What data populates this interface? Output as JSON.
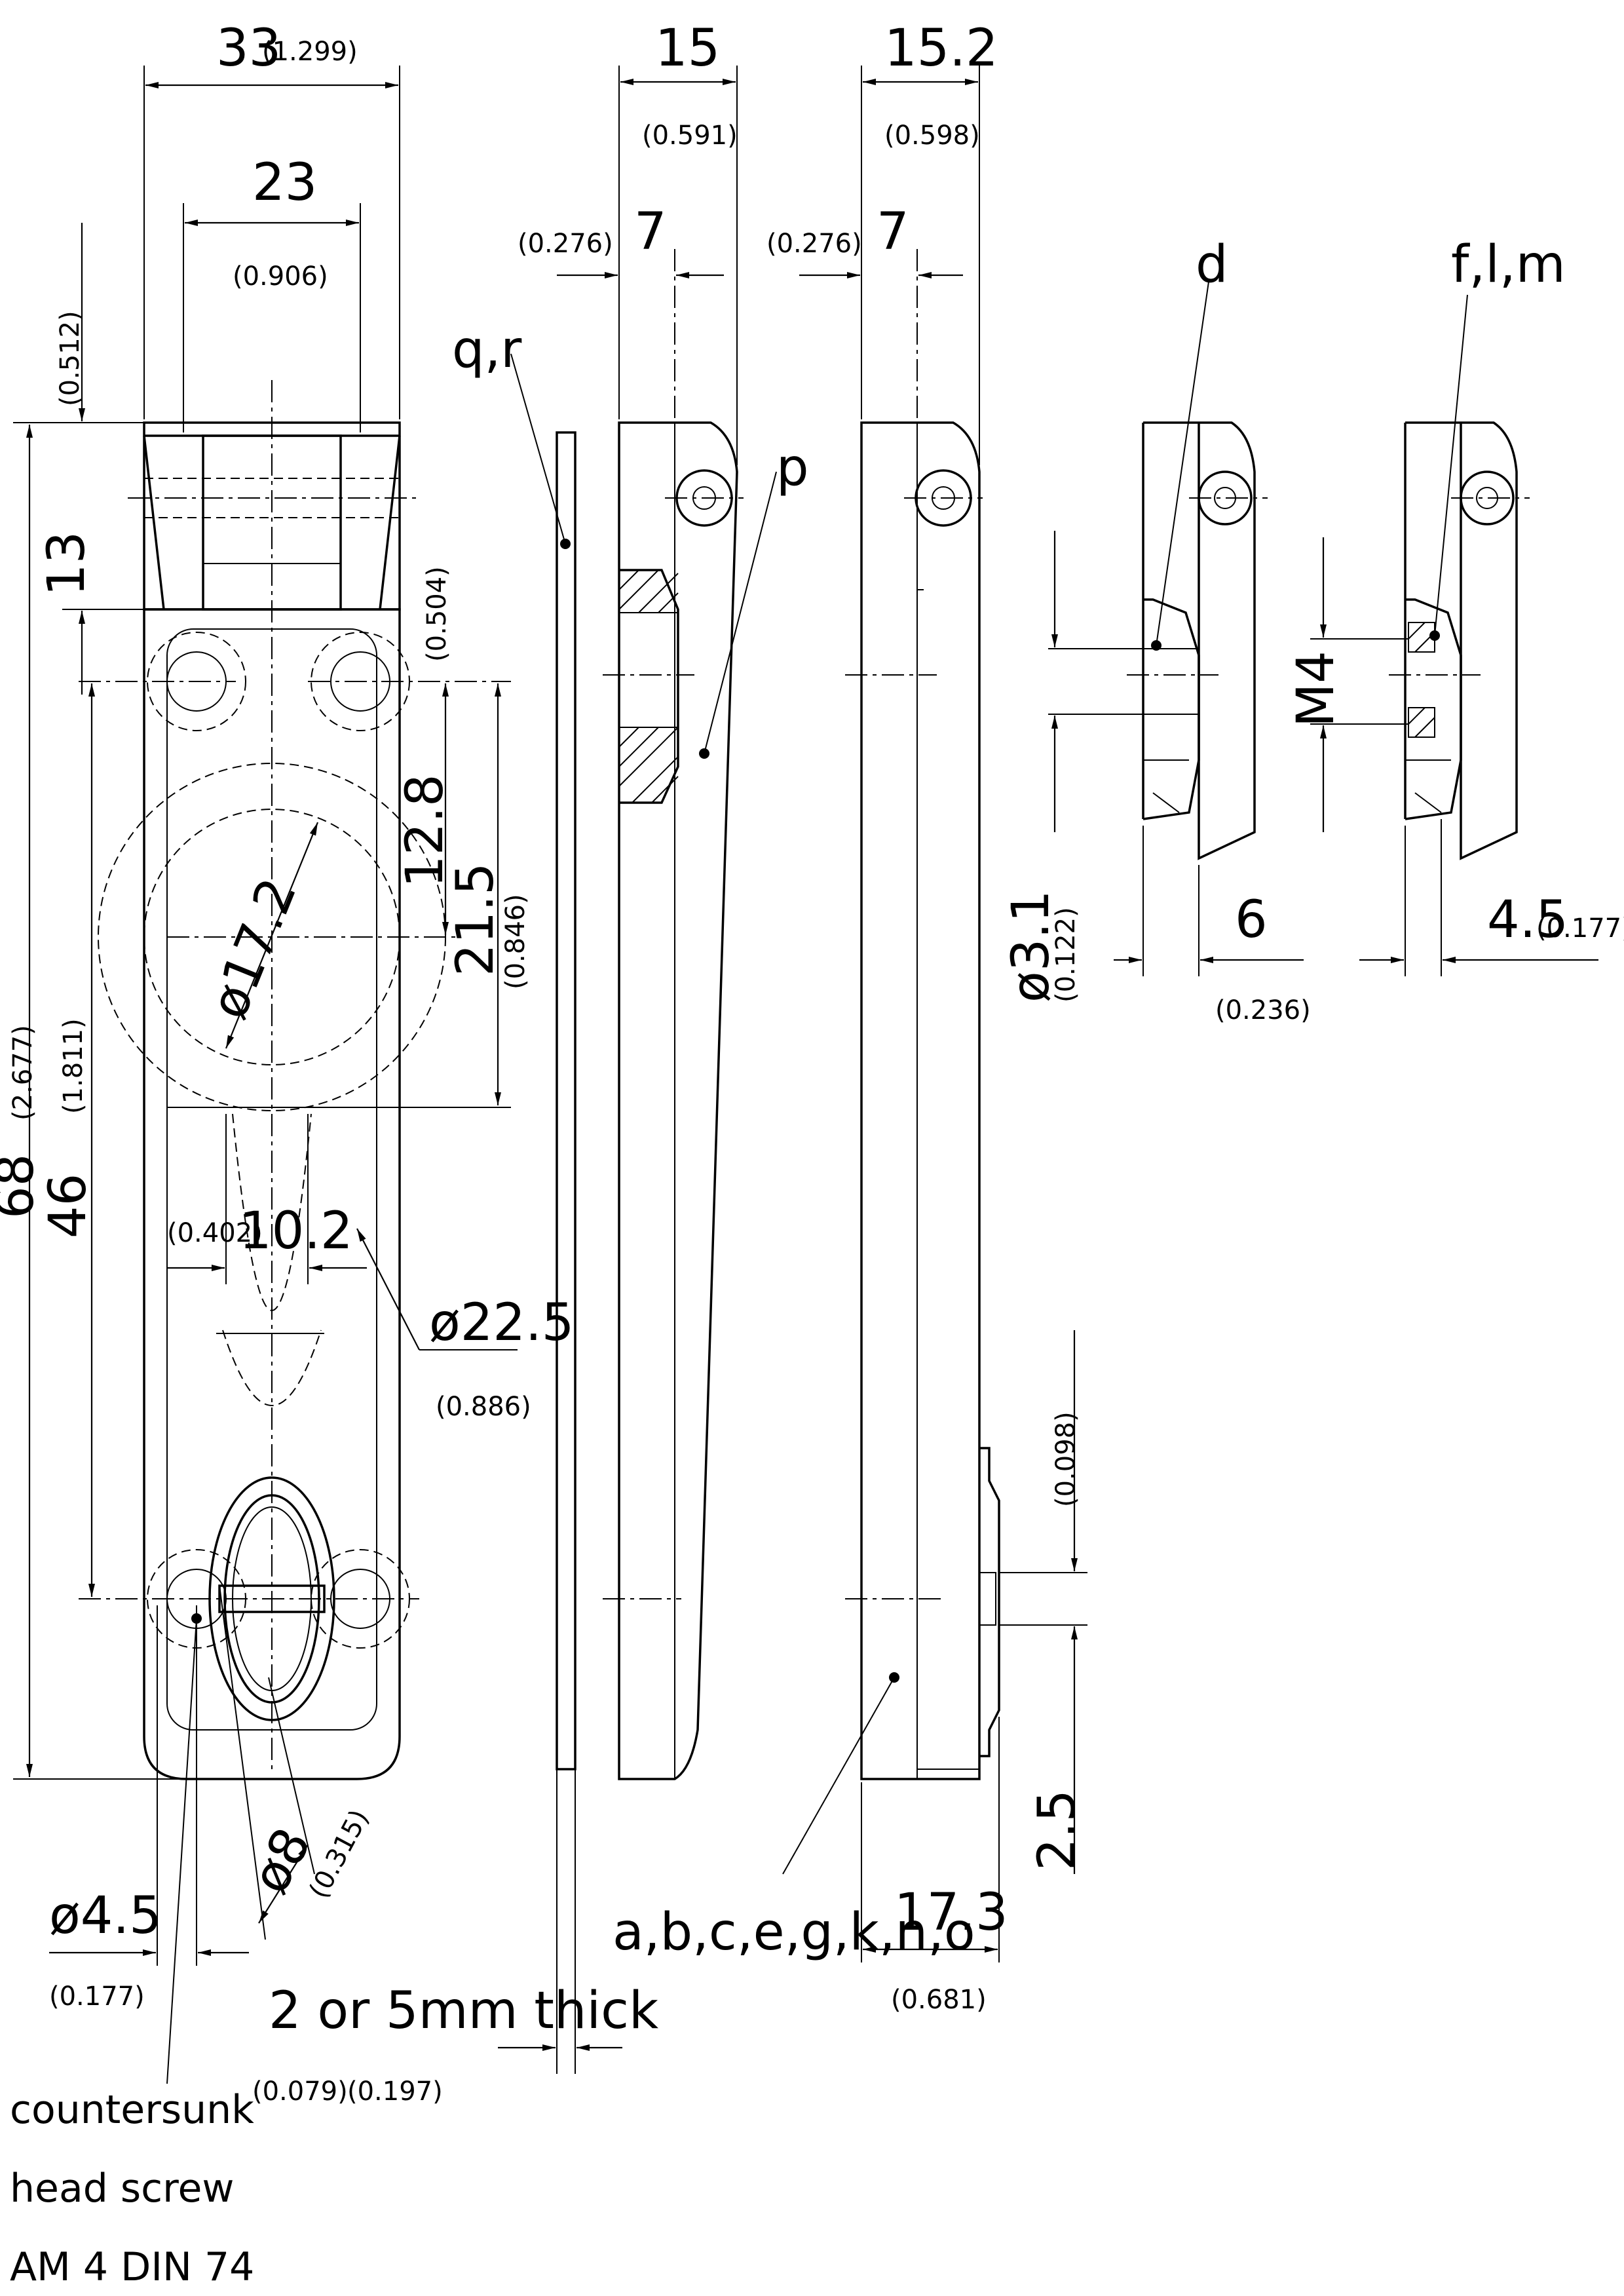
{
  "front_view": {
    "width": "33",
    "width_in": "(1.299)",
    "slot_width": "23",
    "slot_width_in": "(0.906)",
    "top_part_in": "(0.512)",
    "top_part": "13",
    "total_length": "68",
    "total_length_in": "(2.677)",
    "hole_spacing": "46",
    "hole_spacing_in": "(1.811)",
    "hole_offset_in": "(0.504)",
    "center_offset": "12.8",
    "center_to_hole": "21.5",
    "center_to_hole_in": "(0.846)",
    "inner_diameter": "ø17.2",
    "outer_diameter": "ø22.5",
    "outer_diameter_in": "(0.886)",
    "lateral": "10.2",
    "lateral_in": "(0.402)",
    "hole_diameter": "ø4.5",
    "hole_diameter_in": "(0.177)",
    "cap_diameter": "ø8",
    "cap_diameter_in": "(0.315)"
  },
  "plate_view": {
    "label": "q,r",
    "thickness_note": "2 or 5mm thick",
    "thickness_2_in": "(0.079)",
    "thickness_5_in": "(0.197)"
  },
  "side_view_1": {
    "width": "15",
    "width_in": "(0.591)",
    "offset": "7",
    "offset_in": "(0.276)",
    "label": "p"
  },
  "side_view_2": {
    "width": "15.2",
    "width_in": "(0.598)",
    "offset": "7",
    "offset_in": "(0.276)",
    "bottom_width": "17.3",
    "bottom_width_in": "(0.681)",
    "protrusion": "2.5",
    "protrusion_in": "(0.098)",
    "variants_label": "a,b,c,e,g,k,n,o"
  },
  "detail_d": {
    "label": "d",
    "hole_diameter": "ø3.1",
    "hole_diameter_in": "(0.122)",
    "depth": "6",
    "depth_in": "(0.236)"
  },
  "detail_flm": {
    "label": "f,l,m",
    "thread": "M4",
    "depth": "4.5",
    "depth_in": "(0.177)"
  },
  "screw_note": {
    "line1": "countersunk",
    "line2": "head screw",
    "line3": "AM 4 DIN 74"
  }
}
